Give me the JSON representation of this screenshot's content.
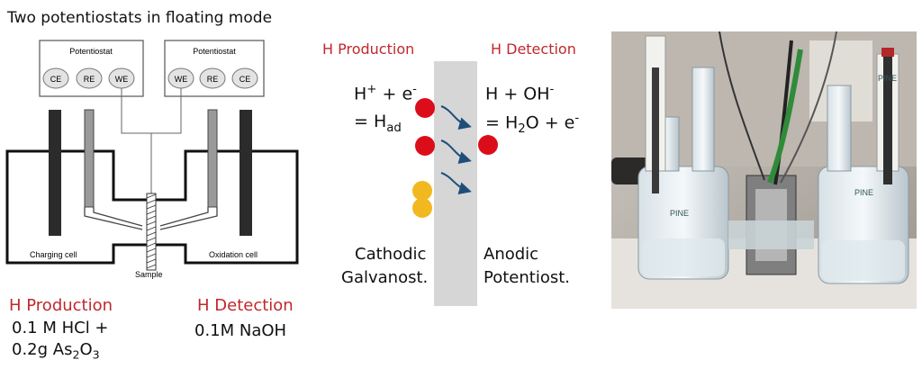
{
  "title": "Two potentiostats in floating mode",
  "left_diagram": {
    "potentiostat_left": {
      "label": "Potentiostat",
      "terminals": [
        "CE",
        "RE",
        "WE"
      ]
    },
    "potentiostat_right": {
      "label": "Potentiostat",
      "terminals": [
        "WE",
        "RE",
        "CE"
      ]
    },
    "cell_left_label": "Charging cell",
    "cell_right_label": "Oxidation cell",
    "sample_label": "Sample",
    "production_heading": "H Production",
    "production_solution_line1": "0.1 M HCl +",
    "production_solution_line2_prefix": "0.2g As",
    "production_solution_line2_sub1": "2",
    "production_solution_line2_mid": "O",
    "production_solution_line2_sub2": "3",
    "detection_heading": "H Detection",
    "detection_solution": "0.1M NaOH"
  },
  "middle_diagram": {
    "production_heading": "H Production",
    "detection_heading": "H Detection",
    "reaction_left_line1_prefix": "H",
    "reaction_left_line1_sup": "+",
    "reaction_left_line1_mid": " + e",
    "reaction_left_line1_sup2": "-",
    "reaction_left_line2_prefix": "= H",
    "reaction_left_line2_sub": "ad",
    "reaction_right_line1_prefix": "H + OH",
    "reaction_right_line1_sup": "-",
    "reaction_right_line2_prefix": "= H",
    "reaction_right_line2_sub": "2",
    "reaction_right_line2_mid": "O + e",
    "reaction_right_line2_sup": "-",
    "left_mode_line1": "Cathodic",
    "left_mode_line2": "Galvanost.",
    "right_mode_line1": "Anodic",
    "right_mode_line2": "Potentiost."
  },
  "colors": {
    "accent_red": "#c0282d",
    "atom_red": "#dc0d1a",
    "atom_yellow": "#f2b81f",
    "membrane_gray": "#d6d6d6",
    "arrow_blue": "#1f4e79"
  },
  "photo": {
    "labels": [
      "PINE",
      "PINE",
      "PINE"
    ]
  }
}
